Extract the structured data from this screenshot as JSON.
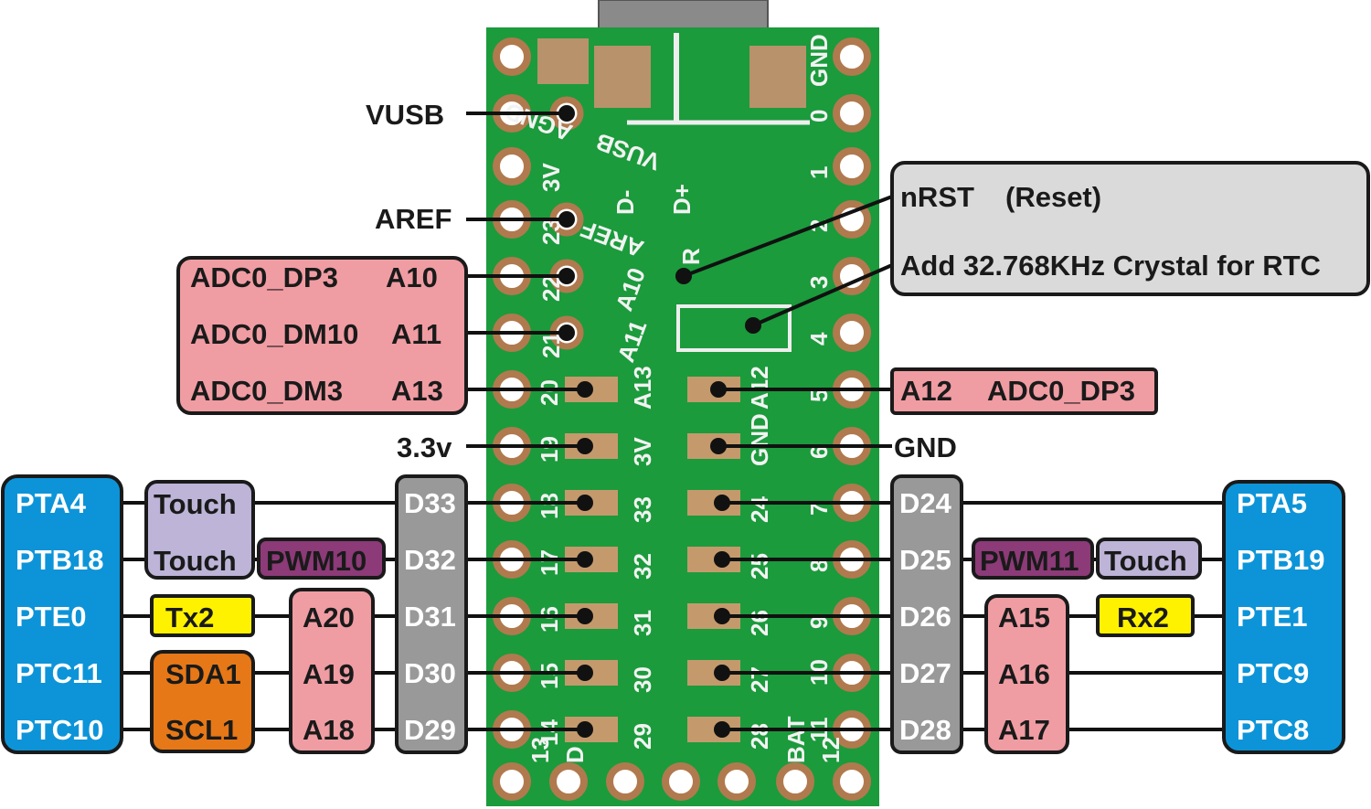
{
  "colors": {
    "board": "#1b9b3c",
    "port_blue": "#0d94d8",
    "analog_pink": "#f09ca3",
    "digital_gray": "#999999",
    "touch_lavender": "#bdb4d8",
    "pwm_purple": "#8c3a78",
    "serial_yellow": "#fff200",
    "i2c_orange": "#e67817",
    "note_gray": "#dadada"
  },
  "top_labels": {
    "vusb": "VUSB",
    "aref": "AREF",
    "v33": "3.3v",
    "gnd": "GND"
  },
  "analog_left": [
    {
      "name": "ADC0_DP3",
      "pin": "A10"
    },
    {
      "name": "ADC0_DM10",
      "pin": "A11"
    },
    {
      "name": "ADC0_DM3",
      "pin": "A13"
    }
  ],
  "analog_right": {
    "pin": "A12",
    "name": "ADC0_DP3"
  },
  "note": {
    "reset": "nRST",
    "reset_desc": "(Reset)",
    "crystal": "Add 32.768KHz Crystal for RTC"
  },
  "left": {
    "ports": [
      "PTA4",
      "PTB18",
      "PTE0",
      "PTC11",
      "PTC10"
    ],
    "touch": [
      "Touch",
      "Touch"
    ],
    "pwm": "PWM10",
    "serial": "Tx2",
    "i2c": [
      "SDA1",
      "SCL1"
    ],
    "analog": [
      "A20",
      "A19",
      "A18"
    ],
    "digital": [
      "D33",
      "D32",
      "D31",
      "D30",
      "D29"
    ]
  },
  "right": {
    "digital": [
      "D24",
      "D25",
      "D26",
      "D27",
      "D28"
    ],
    "pwm": "PWM11",
    "touch": "Touch",
    "analog": [
      "A15",
      "A16",
      "A17"
    ],
    "serial": "Rx2",
    "ports": [
      "PTA5",
      "PTB19",
      "PTE1",
      "PTC9",
      "PTC8"
    ]
  },
  "silkscreen": {
    "left_pins": [
      "3V",
      "23",
      "22",
      "21",
      "20",
      "19",
      "18",
      "17",
      "16",
      "15",
      "14"
    ],
    "right_pins": [
      "0",
      "1",
      "2",
      "3",
      "4",
      "5",
      "6",
      "7",
      "8",
      "9",
      "10",
      "11"
    ],
    "gnd_top": "GND",
    "pads_left": [
      "A13",
      "3V",
      "33",
      "32",
      "31",
      "30",
      "29"
    ],
    "pads_right": [
      "A12",
      "GND",
      "24",
      "25",
      "26",
      "27",
      "28"
    ],
    "misc": [
      "VUSB",
      "AGND",
      "D-",
      "D+",
      "AREF",
      "A10",
      "A11",
      "R",
      "13",
      "D",
      "BAT",
      "12"
    ]
  }
}
